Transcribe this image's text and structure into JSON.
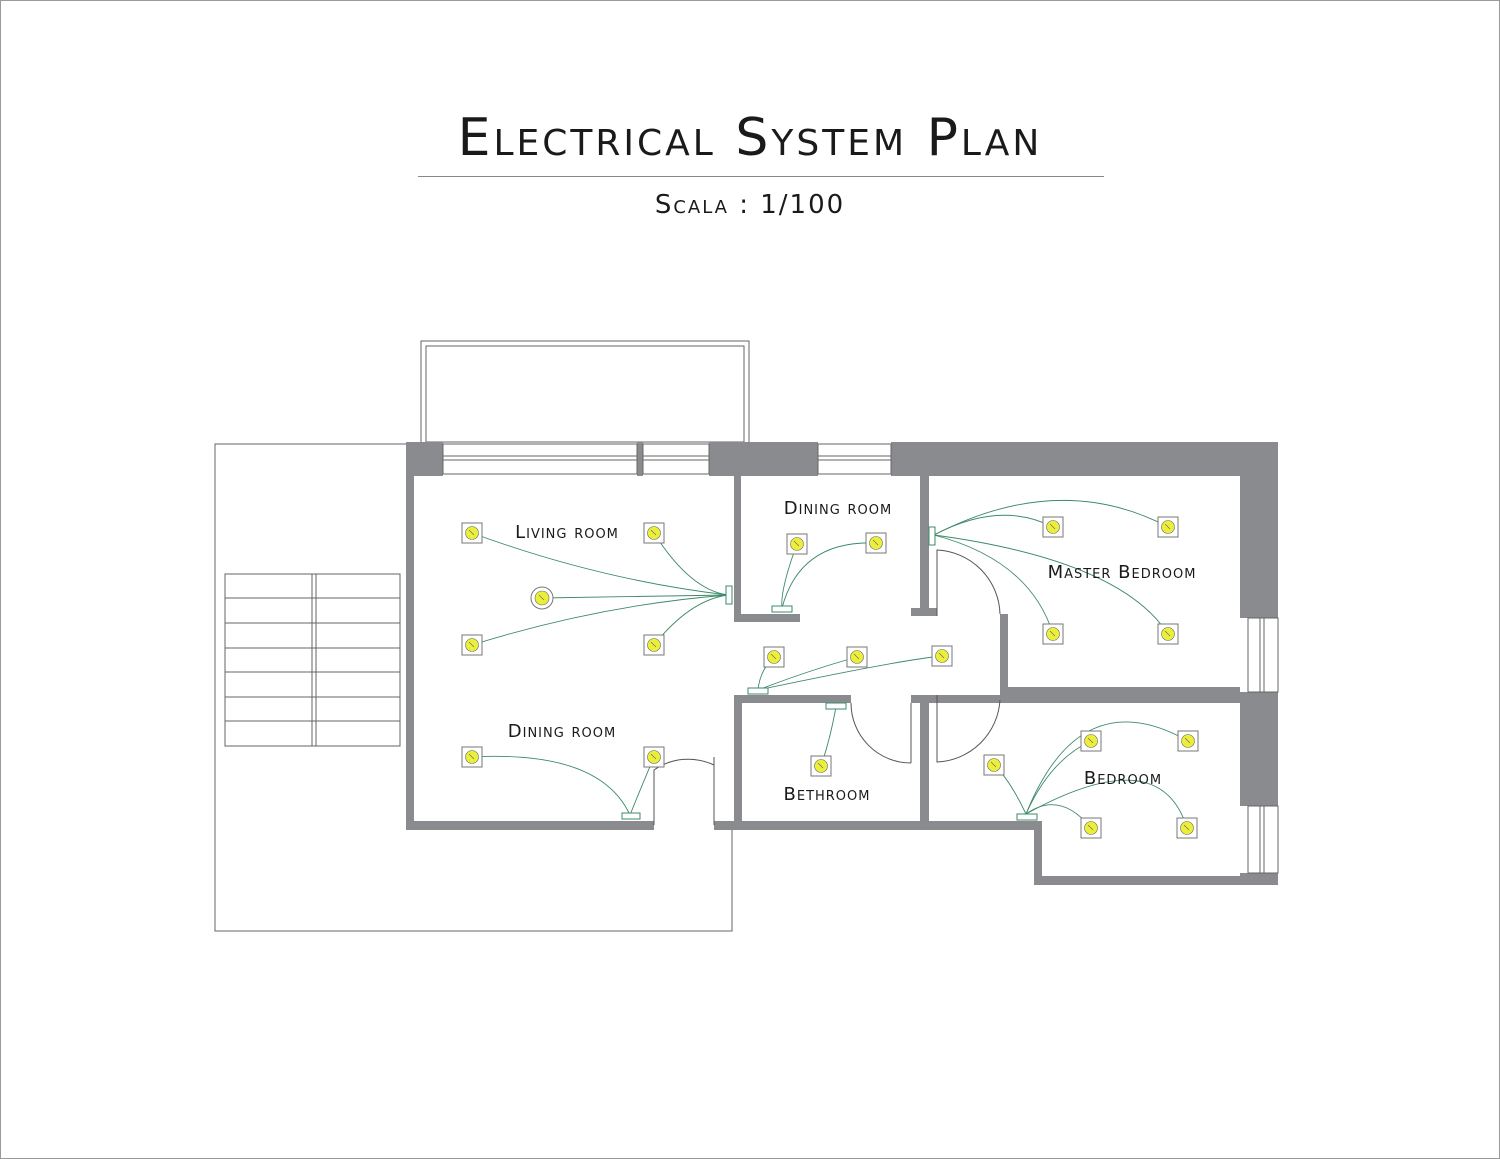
{
  "header": {
    "title": "Electrical System Plan",
    "scale": "Scala : 1/100"
  },
  "rooms": [
    "Living room",
    "Dining room",
    "Dining room",
    "Master Bedroom",
    "Bethroom",
    "Bedroom"
  ],
  "colors": {
    "wall": "#8a8b8e",
    "lamp": "#ecef3a",
    "wire": "#3d8a6a",
    "line": "#555555"
  }
}
